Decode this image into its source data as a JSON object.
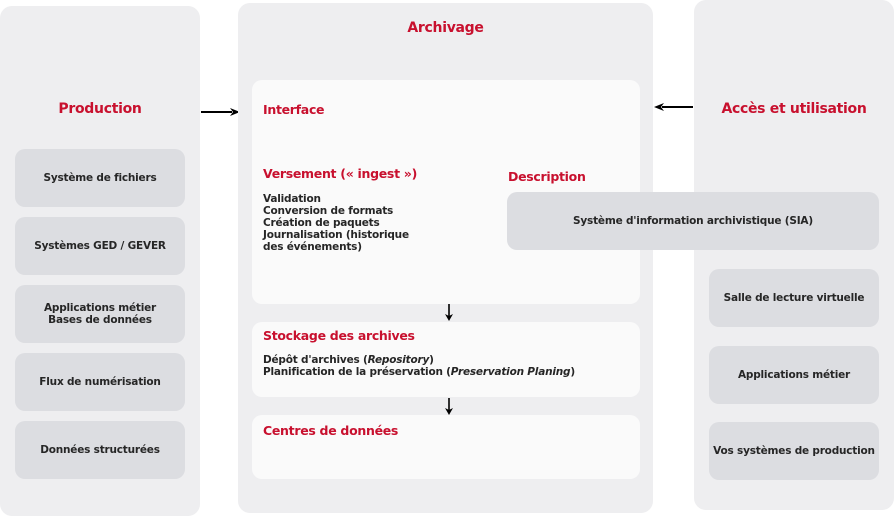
{
  "production": {
    "title": "Production",
    "items": [
      "Système de fichiers",
      "Systèmes GED / GEVER",
      "Applications métier\nBases de données",
      "Flux de numérisation",
      "Données structurées"
    ]
  },
  "archivage": {
    "title": "Archivage",
    "interface": {
      "title": "Interface",
      "versement": {
        "title": "Versement (« ingest »)",
        "lines": [
          "Validation",
          "Conversion de formats",
          "Création de paquets",
          "Journalisation (historique",
          "des événements)"
        ]
      },
      "description": {
        "title": "Description",
        "sia": "Système d'information archivistique (SIA)"
      }
    },
    "stockage": {
      "title": "Stockage des archives",
      "line1_main": "Dépôt d'archives (",
      "line1_italic": "Repository",
      "line1_end": ")",
      "line2_main": "Planification de la préservation (",
      "line2_italic": "Preservation Planing",
      "line2_end": ")"
    },
    "centres": {
      "title": "Centres de données"
    }
  },
  "acces": {
    "title": "Accès et utilisation",
    "items": [
      "Salle de lecture virtuelle",
      "Applications métier",
      "Vos systèmes de production"
    ]
  },
  "colors": {
    "accent": "#c8102e",
    "column_bg": "#eeeef0",
    "inner_bg": "#fafafa",
    "chip_bg": "#dcdde1"
  }
}
